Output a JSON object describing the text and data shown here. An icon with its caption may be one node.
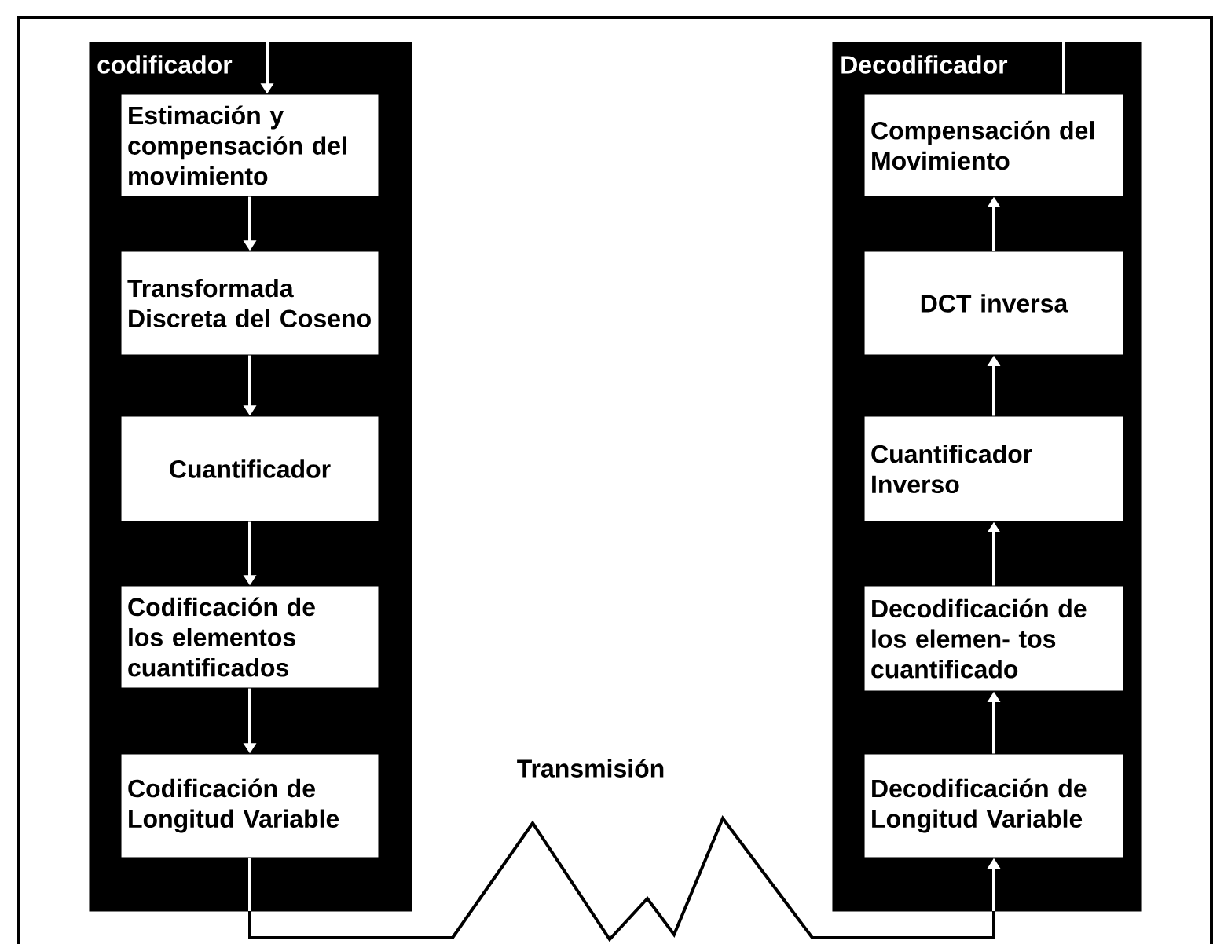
{
  "diagram": {
    "nodes": [
      {
        "text": [
          "codificador"
        ]
      },
      {
        "text": [
          "Estimación y compensación del movimiento"
        ],
        "in": 0
      },
      {
        "text": [
          "Transformada Discreta del Coseno"
        ],
        "in": 0
      },
      {
        "text": [
          "Cuantificador"
        ],
        "in": 0
      },
      {
        "text": [
          "Codificación de los elementos cuantificados"
        ],
        "in": 0
      },
      {
        "text": [
          "Codificación de Longitud Variable"
        ],
        "in": 0
      },
      {
        "text": [
          "Decodificador"
        ]
      },
      {
        "text": [
          "Compensación del Movimiento"
        ],
        "in": 6
      },
      {
        "text": [
          "DCT inversa"
        ],
        "in": 6
      },
      {
        "text": [
          "Cuantificador Inverso"
        ],
        "in": 6
      },
      {
        "text": [
          "Decodificación de los elemen- tos cuantificado"
        ],
        "in": 6
      },
      {
        "text": [
          "Decodificación de Longitud Variable"
        ],
        "in": 6
      }
    ],
    "edges": [
      {
        "from": null,
        "to": 1,
        "arrow": "to"
      },
      {
        "from": 1,
        "to": 2,
        "arrow": "to"
      },
      {
        "from": 2,
        "to": 3,
        "arrow": "to"
      },
      {
        "from": 3,
        "to": 4,
        "arrow": "to"
      },
      {
        "from": 4,
        "to": 5,
        "arrow": "to"
      },
      {
        "from": 5,
        "to": 11,
        "arrow": "to",
        "label": "Transmisión",
        "color": "#000000"
      },
      {
        "from": 11,
        "to": 10,
        "arrow": "to"
      },
      {
        "from": 10,
        "to": 9,
        "arrow": "to"
      },
      {
        "from": 9,
        "to": 8,
        "arrow": "to"
      },
      {
        "from": 8,
        "to": 7,
        "arrow": "to"
      },
      {
        "from": 7,
        "to": null,
        "arrow": "none"
      }
    ]
  }
}
